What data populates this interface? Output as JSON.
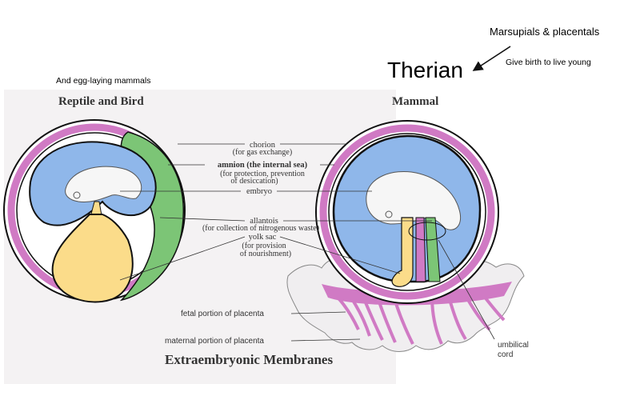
{
  "annotations": {
    "egg_laying": "And egg-laying mammals",
    "therian": "Therian",
    "marsupials_placentals": "Marsupials & placentals",
    "live_young": "Give birth to live young"
  },
  "figure": {
    "heading_reptile": "Reptile and Bird",
    "heading_mammal": "Mammal",
    "title": "Extraembryonic Membranes",
    "labels": {
      "chorion": "chorion",
      "chorion_note": "(for gas exchange)",
      "amnion": "amnion (the internal sea)",
      "amnion_note_1": "(for protection, prevention",
      "amnion_note_2": "of desiccation)",
      "embryo": "embryo",
      "allantois": "allantois",
      "allantois_note": "(for collection of nitrogenous waste)",
      "yolk_sac": "yolk sac",
      "yolk_note_1": "(for provision",
      "yolk_note_2": "of nourishment)",
      "fetal_placenta": "fetal portion of placenta",
      "maternal_placenta": "maternal portion of placenta",
      "umbilical_1": "umbilical",
      "umbilical_2": "cord"
    }
  },
  "colors": {
    "chorion": "#d07ac4",
    "amnion": "#8fb7ea",
    "allantois": "#7cc576",
    "yolk": "#fbdc8a",
    "placenta": "#f0eef0",
    "outline": "#111111"
  }
}
